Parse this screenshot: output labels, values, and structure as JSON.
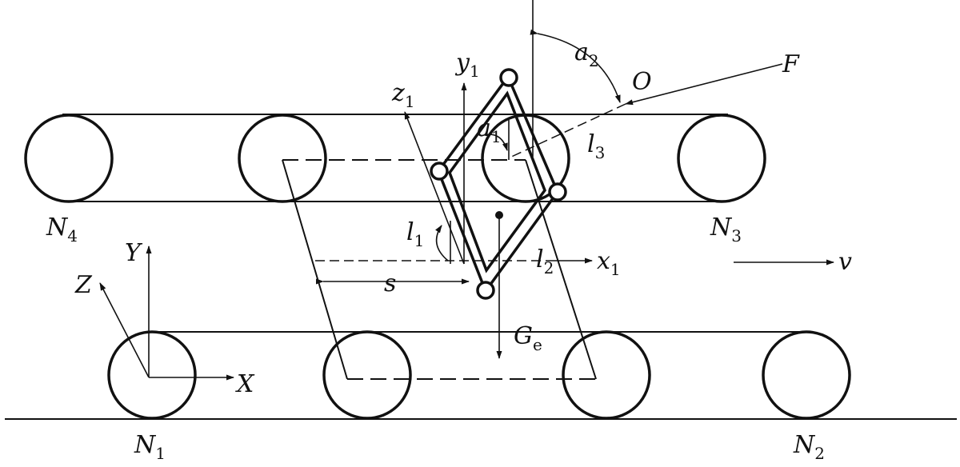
{
  "labels": {
    "N4": {
      "main": "N",
      "sub": "4"
    },
    "N3": {
      "main": "N",
      "sub": "3"
    },
    "N1": {
      "main": "N",
      "sub": "1"
    },
    "N2": {
      "main": "N",
      "sub": "2"
    },
    "F": {
      "main": "F",
      "sub": ""
    },
    "O": {
      "main": "O",
      "sub": ""
    },
    "a2": {
      "main": "a",
      "sub": "2"
    },
    "a1": {
      "main": "a",
      "sub": "1"
    },
    "l3": {
      "main": "l",
      "sub": "3"
    },
    "l1": {
      "main": "l",
      "sub": "1"
    },
    "l2": {
      "main": "l",
      "sub": "2"
    },
    "y1": {
      "main": "y",
      "sub": "1"
    },
    "z1": {
      "main": "z",
      "sub": "1"
    },
    "x1": {
      "main": "x",
      "sub": "1"
    },
    "s": {
      "main": "s",
      "sub": ""
    },
    "Ge": {
      "main": "G",
      "sub": "e"
    },
    "v": {
      "main": "v",
      "sub": ""
    },
    "X": {
      "main": "X",
      "sub": ""
    },
    "Y": {
      "main": "Y",
      "sub": ""
    },
    "Z": {
      "main": "Z",
      "sub": ""
    }
  }
}
